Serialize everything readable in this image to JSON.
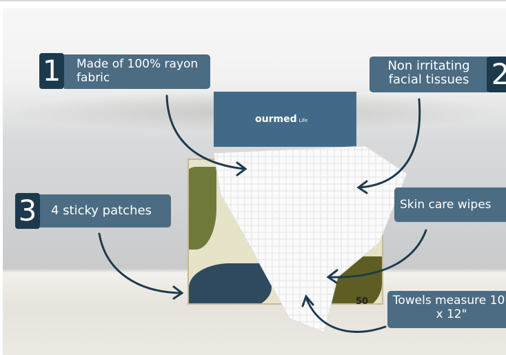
{
  "brand": {
    "logo": "ourmed",
    "logo_sub": "Life"
  },
  "box_count": "50",
  "callouts": [
    {
      "number": "1",
      "text": "Made of 100% rayon fabric"
    },
    {
      "number": "2",
      "text": "Non irritating facial tissues"
    },
    {
      "number": "3",
      "text": "4 sticky patches"
    },
    {
      "number": "",
      "text": "Skin care wipes"
    },
    {
      "number": "",
      "text": "Towels measure 10\" x 12\""
    }
  ],
  "colors": {
    "label": "#4b6c82",
    "number": "#1d3a4d",
    "arrow": "#1d3a4d"
  }
}
